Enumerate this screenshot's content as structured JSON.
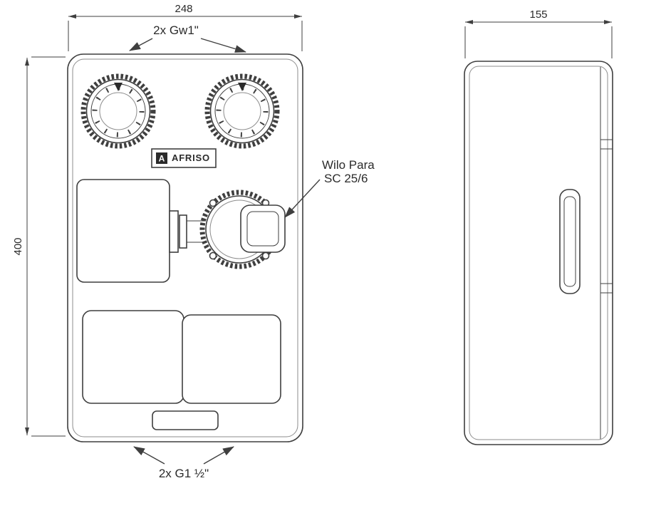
{
  "dimensions": {
    "front_width": "248",
    "front_height": "400",
    "side_depth": "155"
  },
  "callouts": {
    "top_connection": "2x Gw1\"",
    "bottom_connection": "2x G1 ½\"",
    "pump_label_line1": "Wilo Para",
    "pump_label_line2": "SC 25/6"
  },
  "logo": {
    "brand": "AFRISO",
    "icon_letter": "A"
  },
  "colors": {
    "line": "#3f3f3f",
    "text": "#2b2b2b",
    "background": "#ffffff"
  }
}
